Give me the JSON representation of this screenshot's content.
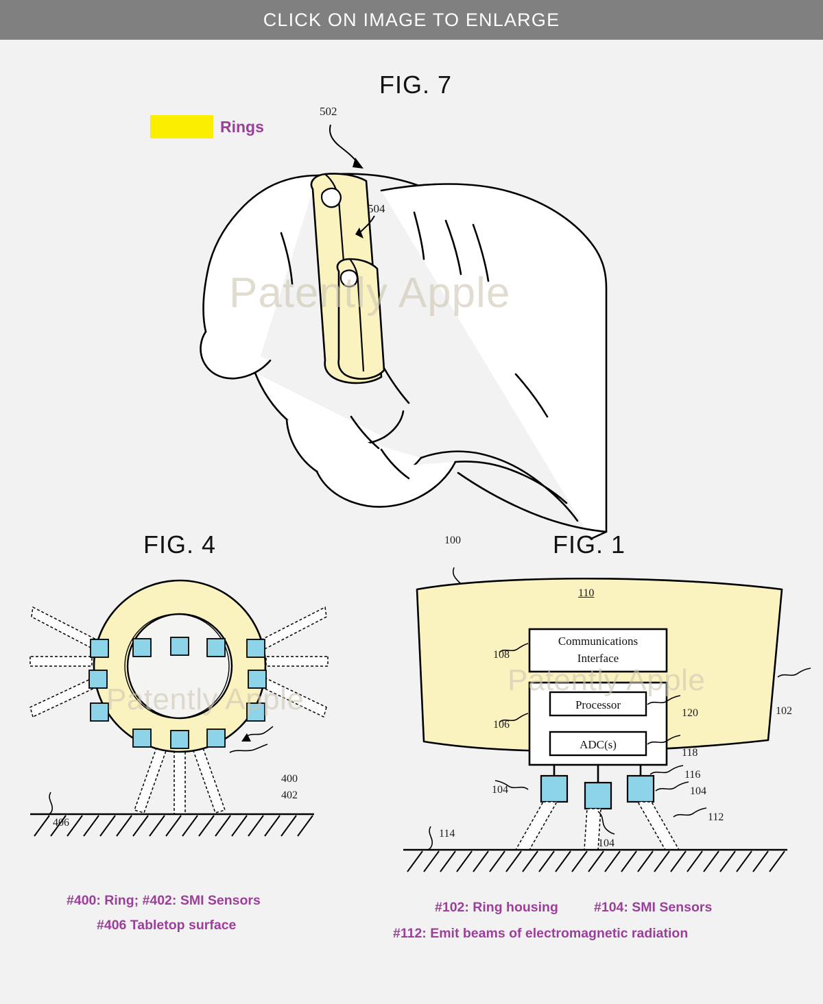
{
  "banner": {
    "text": "CLICK ON IMAGE TO ENLARGE"
  },
  "legend": {
    "swatch_color": "#fcee00",
    "label": "Rings",
    "label_color": "#9b3f9b"
  },
  "watermark": {
    "text": "Patently Apple"
  },
  "figures": {
    "fig7": {
      "title": "FIG. 7",
      "refs": {
        "ring_upper": "502",
        "ring_lower": "504"
      }
    },
    "fig4": {
      "title": "FIG. 4",
      "refs": {
        "ring": "400",
        "smi_sensors": "402",
        "tabletop": "406"
      },
      "caption_line1": "#400: Ring; #402: SMI Sensors",
      "caption_line2": "#406 Tabletop surface"
    },
    "fig1": {
      "title": "FIG. 1",
      "blocks": {
        "comms": "Communications\nInterface",
        "comms_line1": "Communications",
        "comms_line2": "Interface",
        "processor": "Processor",
        "adc": "ADC(s)"
      },
      "refs": {
        "system": "100",
        "housing_surface": "110",
        "housing": "102",
        "comms_interface": "108",
        "control_circuit": "106",
        "processor": "120",
        "adc": "118",
        "interconnect": "116",
        "sensor_left": "104",
        "sensor_right": "104",
        "sensor_mid": "104",
        "beams": "112",
        "surface": "114"
      },
      "caption_line1a": "#102: Ring housing",
      "caption_line1b": "#104: SMI Sensors",
      "caption_line2": "#112: Emit beams of electromagnetic radiation"
    }
  },
  "colors": {
    "ring_fill": "#faf3c0",
    "sensor_fill": "#8ed4e8",
    "background": "#f2f2f2",
    "banner_bg": "#808080",
    "caption_purple": "#9b3f9b"
  }
}
